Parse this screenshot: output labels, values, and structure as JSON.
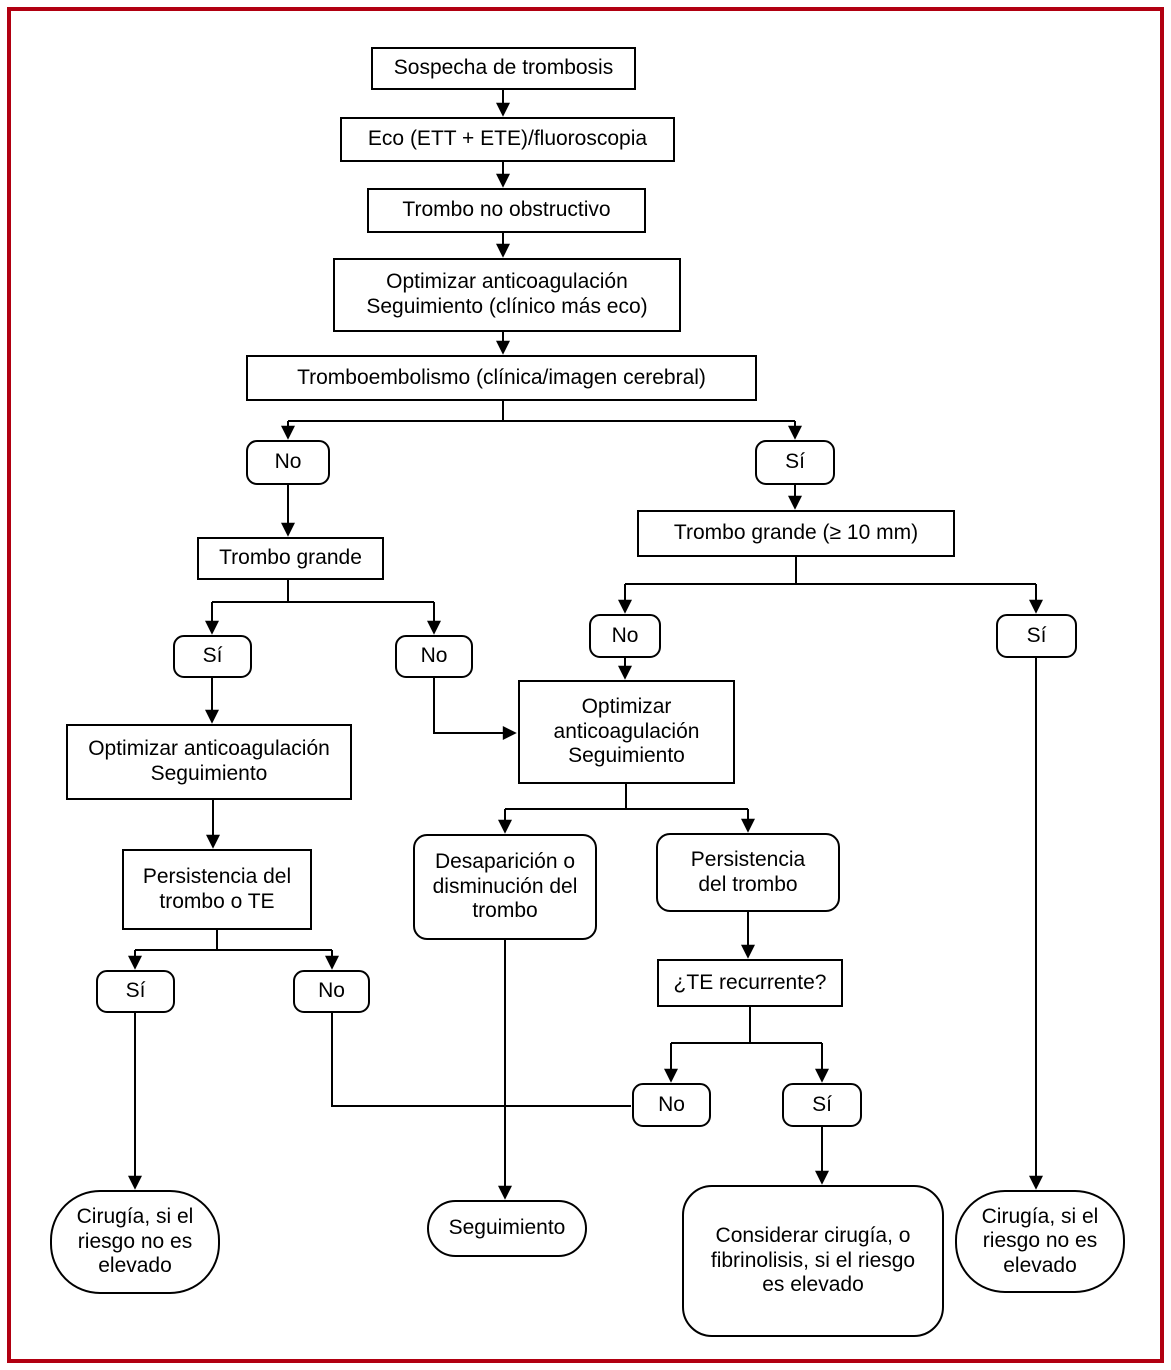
{
  "figure": {
    "type": "flowchart",
    "language": "es",
    "border_color": "#b10011",
    "background_color": "#ffffff",
    "line_color": "#000000"
  },
  "nodes": {
    "sospecha": {
      "label": "Sospecha de trombosis",
      "shape": "rect"
    },
    "eco": {
      "label": "Eco (ETT + ETE)/fluoroscopia",
      "shape": "rect"
    },
    "trombo_no_obstructivo": {
      "label": "Trombo no obstructivo",
      "shape": "rect"
    },
    "optimizar_eco": {
      "label": "Optimizar anticoagulación\nSeguimiento (clínico más eco)",
      "shape": "rect"
    },
    "tromboembolismo": {
      "label": "Tromboembolismo (clínica/imagen cerebral)",
      "shape": "rect"
    },
    "te_no": {
      "label": "No",
      "shape": "rounded"
    },
    "te_si": {
      "label": "Sí",
      "shape": "rounded"
    },
    "trombo_grande": {
      "label": "Trombo grande",
      "shape": "rect"
    },
    "tg_si": {
      "label": "Sí",
      "shape": "rounded"
    },
    "tg_no": {
      "label": "No",
      "shape": "rounded"
    },
    "optimizar_seg": {
      "label": "Optimizar anticoagulación\nSeguimiento",
      "shape": "rect"
    },
    "persistencia_te": {
      "label": "Persistencia del\ntrombo o TE",
      "shape": "rect"
    },
    "pt_si": {
      "label": "Sí",
      "shape": "rounded"
    },
    "pt_no": {
      "label": "No",
      "shape": "rounded"
    },
    "cirugia_izq": {
      "label": "Cirugía, si el\nriesgo no es\nelevado",
      "shape": "stadium"
    },
    "trombo_grande_10mm": {
      "label": "Trombo grande (≥ 10 mm)",
      "shape": "rect"
    },
    "tg10_no": {
      "label": "No",
      "shape": "rounded"
    },
    "tg10_si": {
      "label": "Sí",
      "shape": "rounded"
    },
    "optimizar_seg2": {
      "label": "Optimizar\nanticoagulación\nSeguimiento",
      "shape": "rect"
    },
    "desaparicion": {
      "label": "Desaparición o\ndisminución del\ntrombo",
      "shape": "rounded-rect"
    },
    "persistencia": {
      "label": "Persistencia\ndel trombo",
      "shape": "rounded-rect"
    },
    "te_recurrente": {
      "label": "¿TE recurrente?",
      "shape": "rect"
    },
    "ter_no": {
      "label": "No",
      "shape": "rounded"
    },
    "ter_si": {
      "label": "Sí",
      "shape": "rounded"
    },
    "seguimiento": {
      "label": "Seguimiento",
      "shape": "stadium"
    },
    "considerar": {
      "label": "Considerar cirugía, o\nfibrinolisis, si el riesgo\nes elevado",
      "shape": "stadium"
    },
    "cirugia_der": {
      "label": "Cirugía, si el\nriesgo no es\nelevado",
      "shape": "stadium"
    }
  },
  "edges": [
    {
      "from": "sospecha",
      "to": "eco"
    },
    {
      "from": "eco",
      "to": "trombo_no_obstructivo"
    },
    {
      "from": "trombo_no_obstructivo",
      "to": "optimizar_eco"
    },
    {
      "from": "optimizar_eco",
      "to": "tromboembolismo"
    },
    {
      "from": "tromboembolismo",
      "to": "te_no"
    },
    {
      "from": "tromboembolismo",
      "to": "te_si"
    },
    {
      "from": "te_no",
      "to": "trombo_grande"
    },
    {
      "from": "trombo_grande",
      "to": "tg_si"
    },
    {
      "from": "trombo_grande",
      "to": "tg_no"
    },
    {
      "from": "tg_si",
      "to": "optimizar_seg"
    },
    {
      "from": "tg_no",
      "to": "optimizar_seg2"
    },
    {
      "from": "optimizar_seg",
      "to": "persistencia_te"
    },
    {
      "from": "persistencia_te",
      "to": "pt_si"
    },
    {
      "from": "persistencia_te",
      "to": "pt_no"
    },
    {
      "from": "pt_si",
      "to": "cirugia_izq"
    },
    {
      "from": "pt_no",
      "to": "ter_no"
    },
    {
      "from": "te_si",
      "to": "trombo_grande_10mm"
    },
    {
      "from": "trombo_grande_10mm",
      "to": "tg10_no"
    },
    {
      "from": "trombo_grande_10mm",
      "to": "tg10_si"
    },
    {
      "from": "tg10_no",
      "to": "optimizar_seg2"
    },
    {
      "from": "tg10_si",
      "to": "cirugia_der"
    },
    {
      "from": "optimizar_seg2",
      "to": "desaparicion"
    },
    {
      "from": "optimizar_seg2",
      "to": "persistencia"
    },
    {
      "from": "desaparicion",
      "to": "seguimiento"
    },
    {
      "from": "persistencia",
      "to": "te_recurrente"
    },
    {
      "from": "te_recurrente",
      "to": "ter_no"
    },
    {
      "from": "te_recurrente",
      "to": "ter_si"
    },
    {
      "from": "ter_si",
      "to": "considerar"
    }
  ]
}
